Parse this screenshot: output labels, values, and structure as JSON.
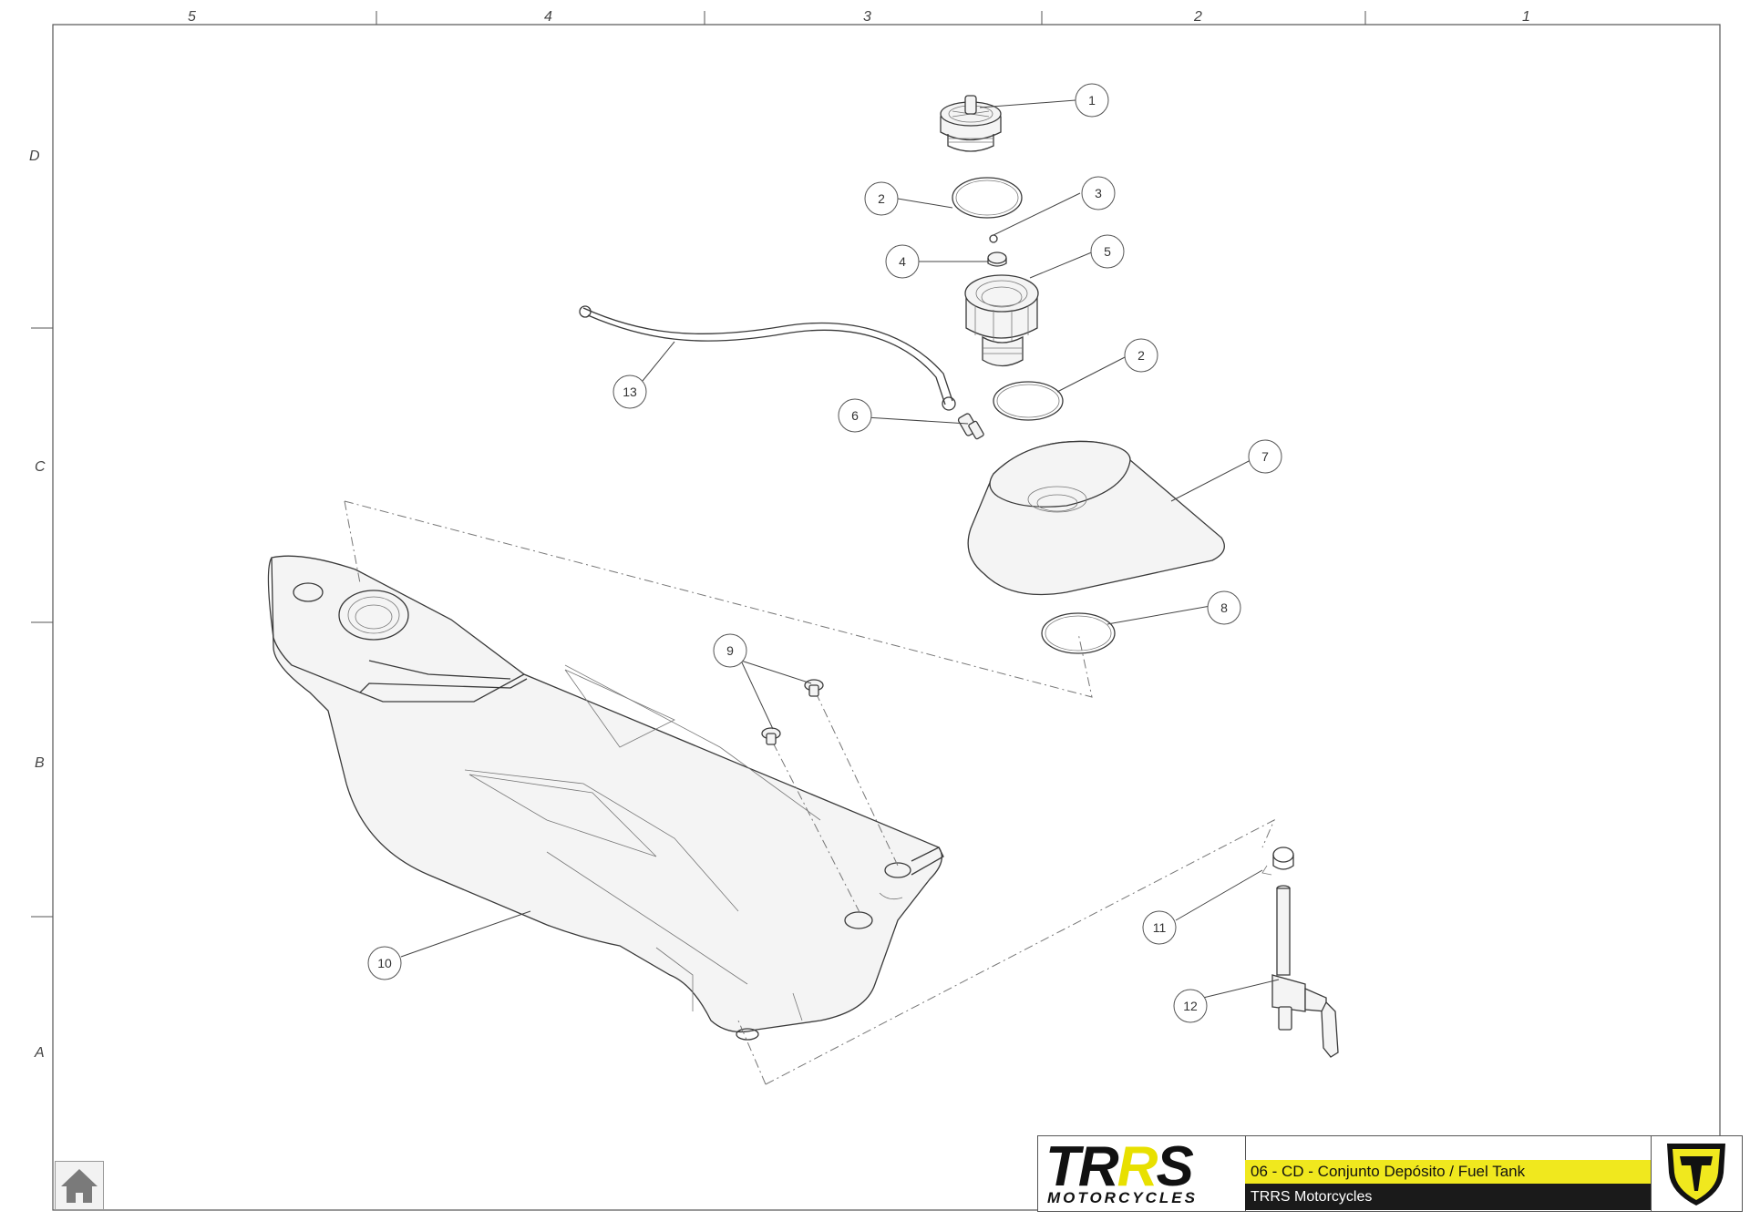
{
  "grid": {
    "columns": [
      "5",
      "4",
      "3",
      "2",
      "1"
    ],
    "rows": [
      "D",
      "C",
      "B",
      "A"
    ]
  },
  "callouts": [
    {
      "label": "1",
      "part": "fuel-cap"
    },
    {
      "label": "2",
      "part": "o-ring-upper"
    },
    {
      "label": "3",
      "part": "ball"
    },
    {
      "label": "4",
      "part": "valve"
    },
    {
      "label": "5",
      "part": "filler-neck"
    },
    {
      "label": "2",
      "part": "o-ring-lower"
    },
    {
      "label": "6",
      "part": "vent-fitting"
    },
    {
      "label": "7",
      "part": "filler-cover"
    },
    {
      "label": "8",
      "part": "tank-seal-ring"
    },
    {
      "label": "9",
      "part": "screws"
    },
    {
      "label": "10",
      "part": "fuel-tank"
    },
    {
      "label": "11",
      "part": "clamp"
    },
    {
      "label": "12",
      "part": "fuel-tap"
    },
    {
      "label": "13",
      "part": "breather-hose"
    }
  ],
  "title_block": {
    "brand_main_a": "TR",
    "brand_main_b": "R",
    "brand_main_c": "S",
    "brand_tagline": "MOTORCYCLES",
    "drawing_title": "06 - CD - Conjunto Depósito / Fuel Tank",
    "company": "TRRS Motorcycles",
    "colors": {
      "accent": "#f0e81e",
      "dark": "#1a1a1a"
    }
  },
  "nav": {
    "home_icon": "home-icon"
  }
}
